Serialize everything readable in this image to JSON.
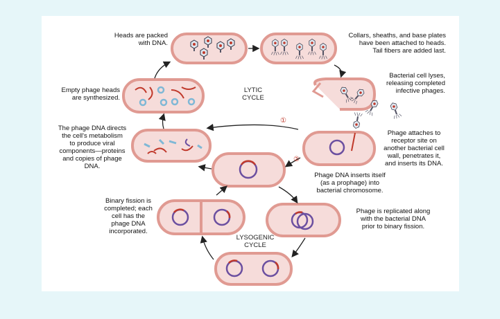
{
  "colors": {
    "background": "#e6f6f9",
    "cell_wall": "#e09a92",
    "cell_inner": "#f6dcda",
    "dna_red": "#c0392b",
    "dna_purple": "#6b4fa0",
    "protein_blue": "#7fb8d6"
  },
  "cycles": {
    "lytic": "LYTIC\nCYCLE",
    "lysogenic": "LYSOGENIC\nCYCLE"
  },
  "steps": {
    "one": "①",
    "two": "②"
  },
  "labels": {
    "heads_packed": "Heads are packed\nwith DNA.",
    "collars": "Collars, sheaths, and base plates\nhave been attached to heads.\nTail fibers are added last.",
    "lyses": "Bacterial cell lyses,\nreleasing completed\ninfective phages.",
    "empty_heads": "Empty phage heads\nare synthesized.",
    "phage_dna_directs": "The phage DNA directs\nthe cell's metabolism\nto produce viral\ncomponents—proteins\nand copies of phage\nDNA.",
    "attaches": "Phage attaches to\nreceptor site on\nanother bacterial cell\nwall, penetrates it,\nand inserts its DNA.",
    "inserts": "Phage DNA inserts itself\n(as a prophage) into\nbacterial chromosome.",
    "binary_fission": "Binary fission is\ncompleted; each\ncell has the\nphage DNA\nincorporated.",
    "replicated": "Phage is replicated along\nwith the bacterial DNA\nprior to binary fission."
  },
  "icons": [
    "phage-icon",
    "bacterial-cell-icon",
    "circular-dna-icon",
    "cycle-arrow-icon"
  ]
}
